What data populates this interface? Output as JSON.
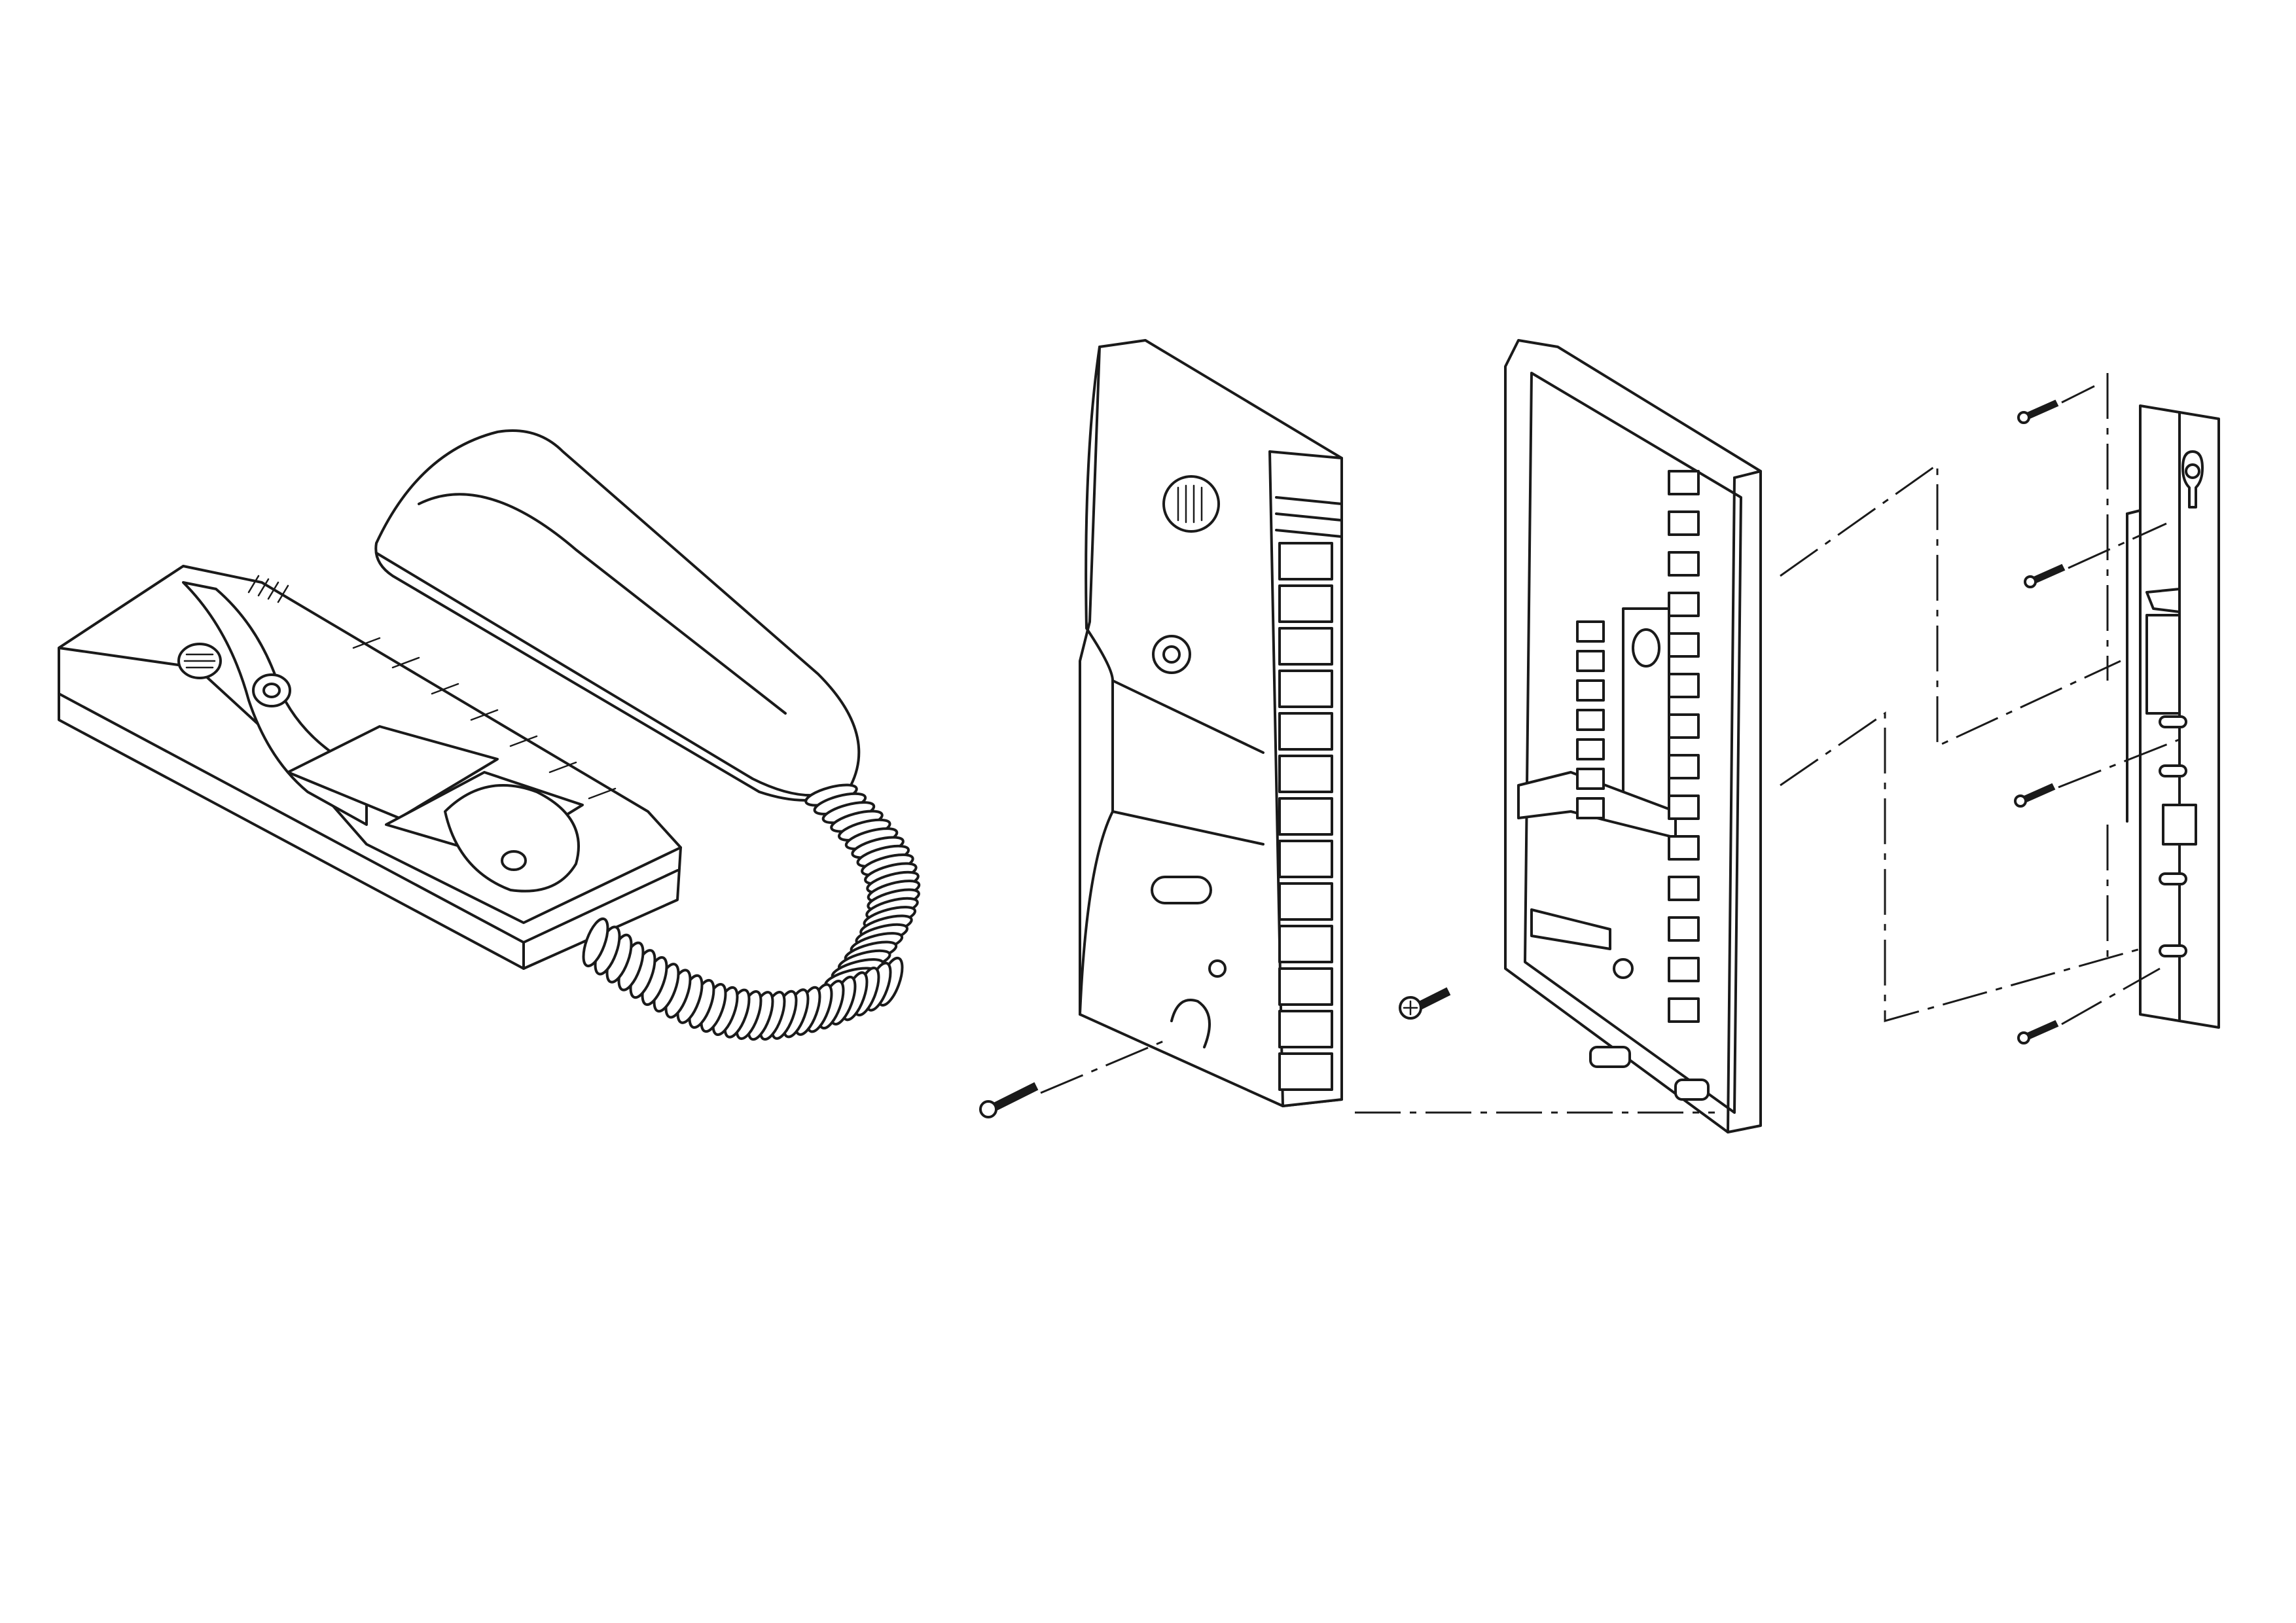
{
  "drawing": {
    "type": "exploded-assembly",
    "line_color": "#1a1a1a",
    "background_color": "#ffffff",
    "components": [
      {
        "id": "handset",
        "icon": "handset-icon"
      },
      {
        "id": "base-station",
        "icon": "intercom-base-icon"
      },
      {
        "id": "coiled-cord",
        "icon": "coiled-cord-icon"
      },
      {
        "id": "front-cover",
        "icon": "front-cover-icon"
      },
      {
        "id": "terminal-box",
        "icon": "terminal-box-icon"
      },
      {
        "id": "mounting-plate",
        "icon": "wall-bracket-icon"
      },
      {
        "id": "screws",
        "icon": "screw-icon"
      }
    ]
  }
}
